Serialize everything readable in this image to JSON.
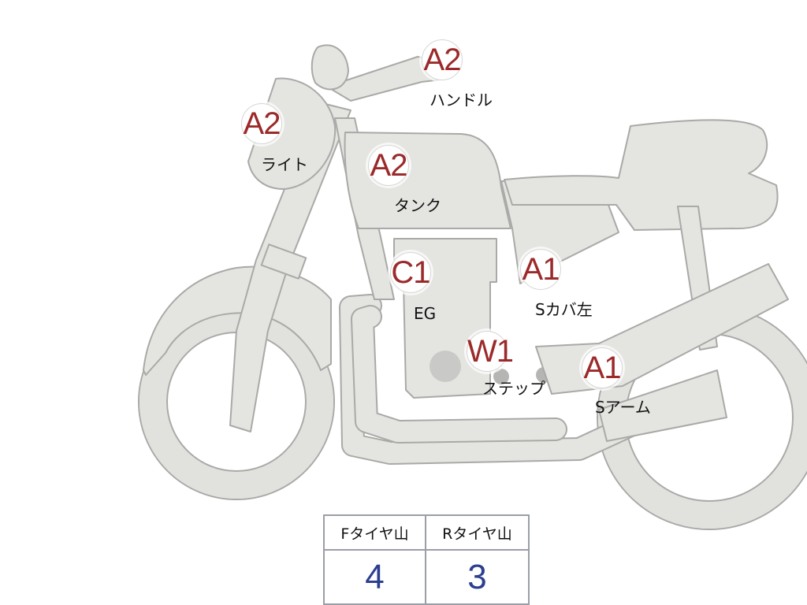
{
  "parts": [
    {
      "id": "handle",
      "grade": "A2",
      "label": "ハンドル"
    },
    {
      "id": "light",
      "grade": "A2",
      "label": "ライト"
    },
    {
      "id": "tank",
      "grade": "A2",
      "label": "タンク"
    },
    {
      "id": "engine",
      "grade": "C1",
      "label": "EG"
    },
    {
      "id": "side-cover-left",
      "grade": "A1",
      "label": "Sカバ左"
    },
    {
      "id": "step",
      "grade": "W1",
      "label": "ステップ"
    },
    {
      "id": "swing-arm",
      "grade": "A1",
      "label": "Sアーム"
    }
  ],
  "tire_table": {
    "front_header": "Fタイヤ山",
    "rear_header": "Rタイヤ山",
    "front_value": "4",
    "rear_value": "3"
  },
  "colors": {
    "grade_text": "#9c2a2a",
    "tire_value_text": "#2c3f8f",
    "bike_fill": "#e4e4e1",
    "bike_outline": "#a9aaa7"
  }
}
